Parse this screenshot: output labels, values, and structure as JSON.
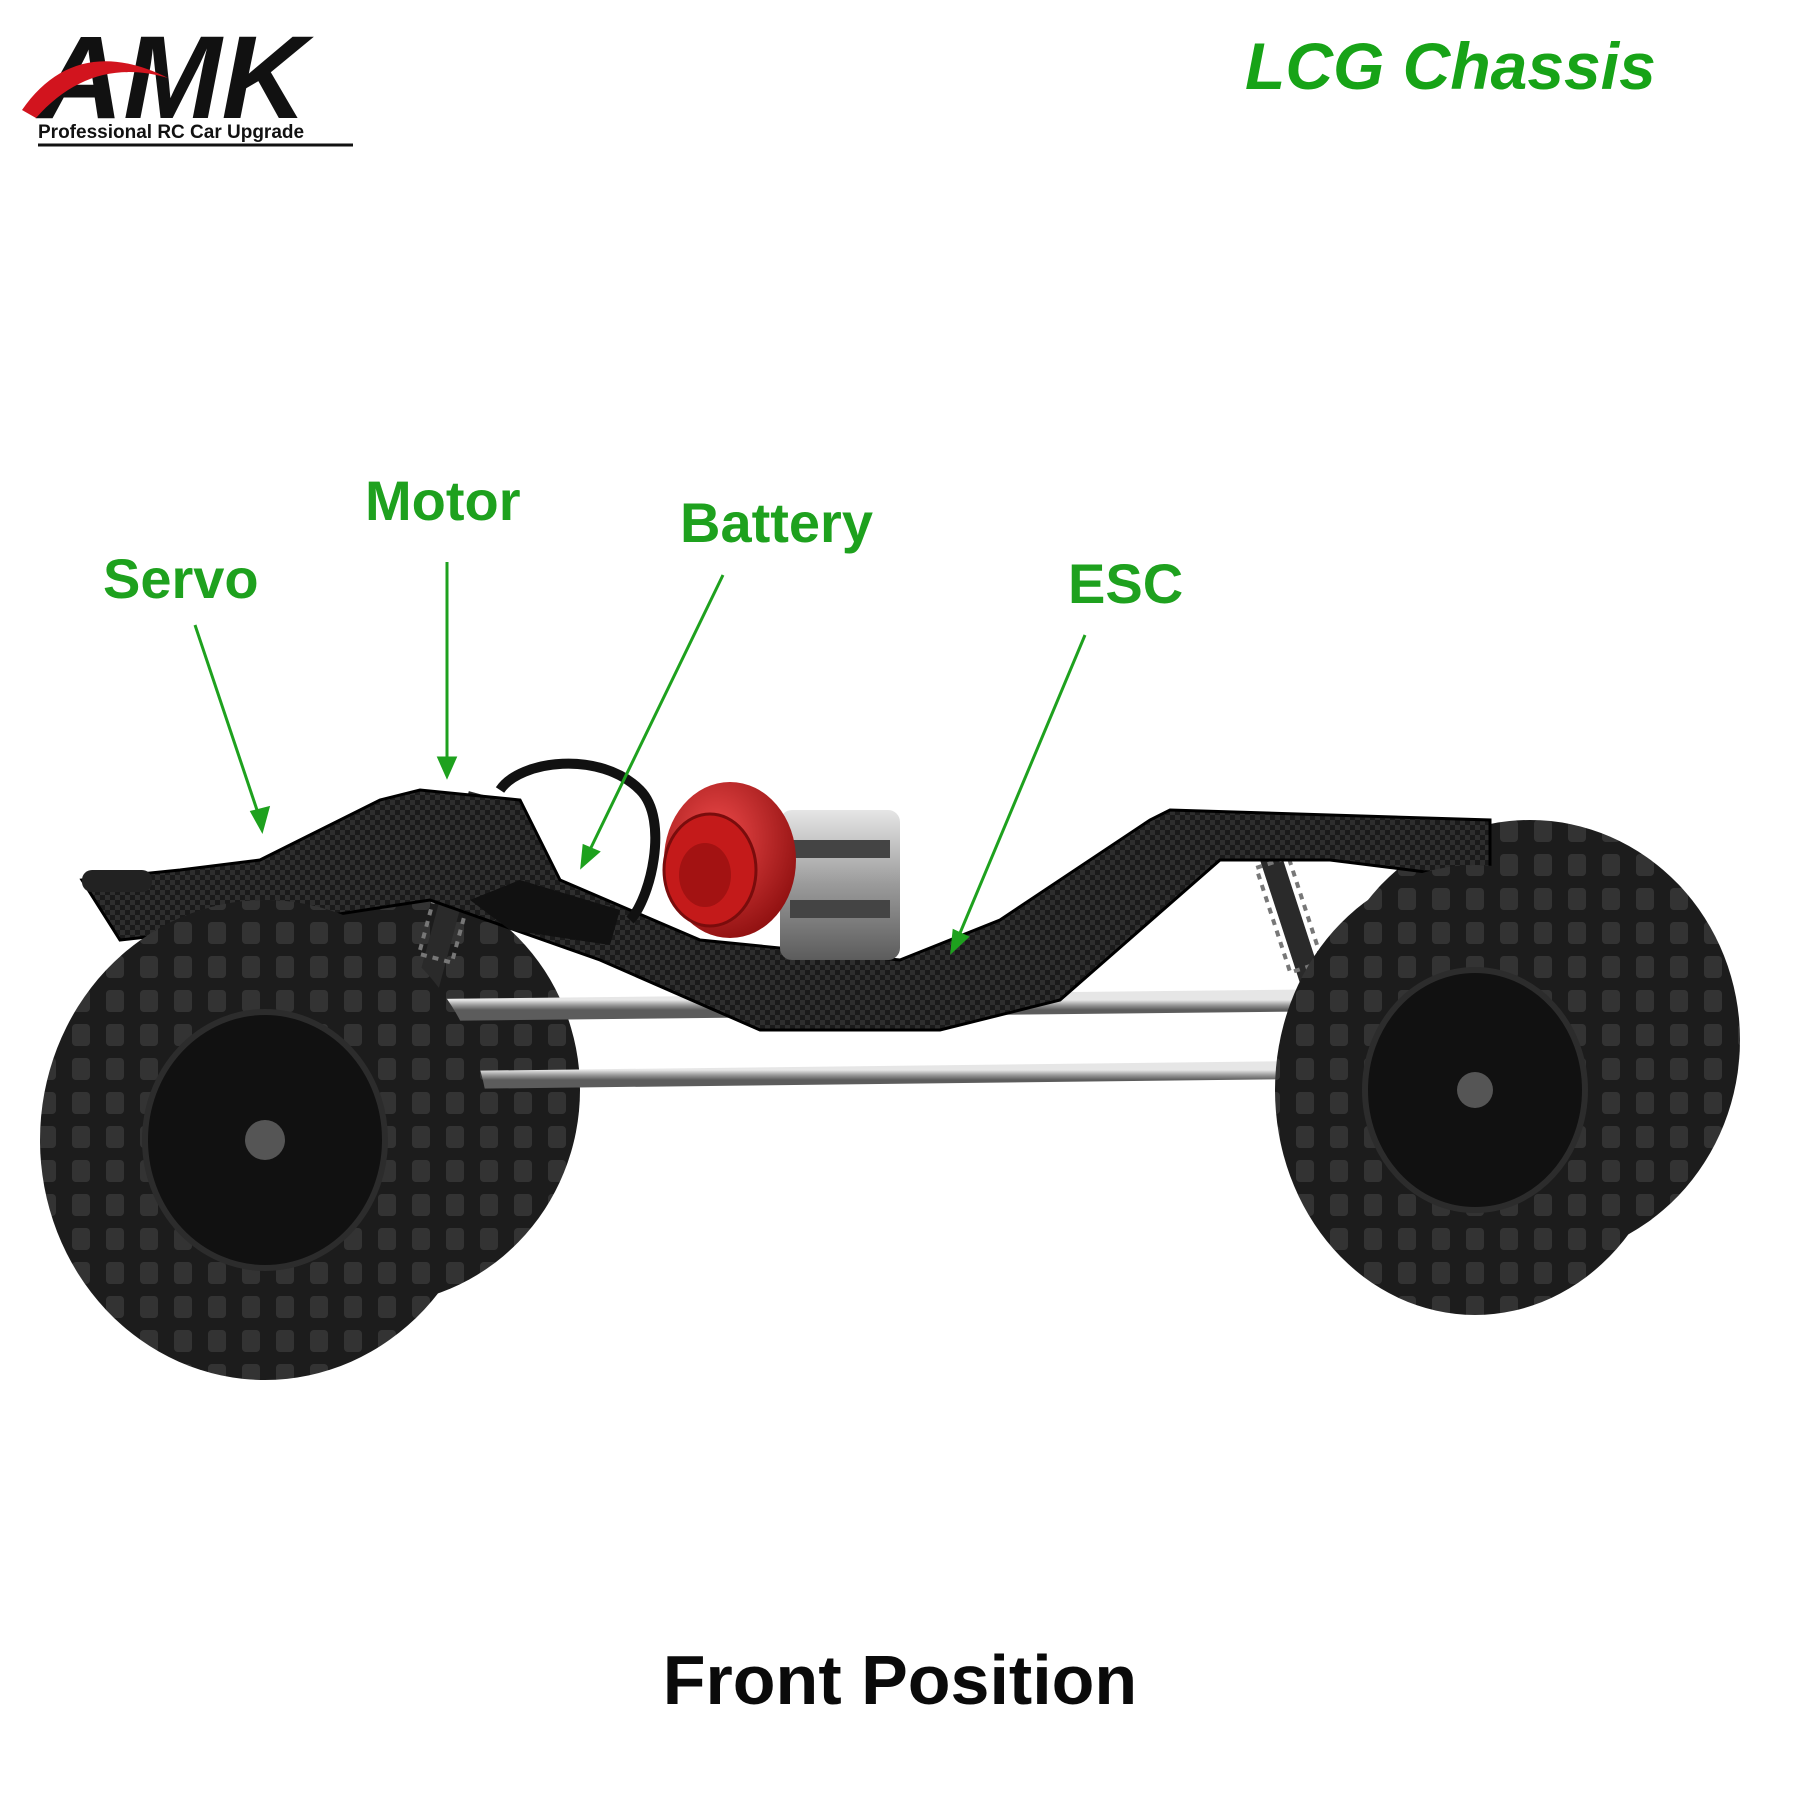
{
  "brand": {
    "logo_text": "AMK",
    "tagline": "Professional RC Car Upgrade"
  },
  "title": "LCG Chassis",
  "callouts": {
    "servo": "Servo",
    "motor": "Motor",
    "battery": "Battery",
    "esc": "ESC"
  },
  "caption": "Front Position",
  "colors": {
    "label_green": "#1ea11e",
    "logo_red": "#d2141e",
    "motor_red": "#c41a1a"
  }
}
